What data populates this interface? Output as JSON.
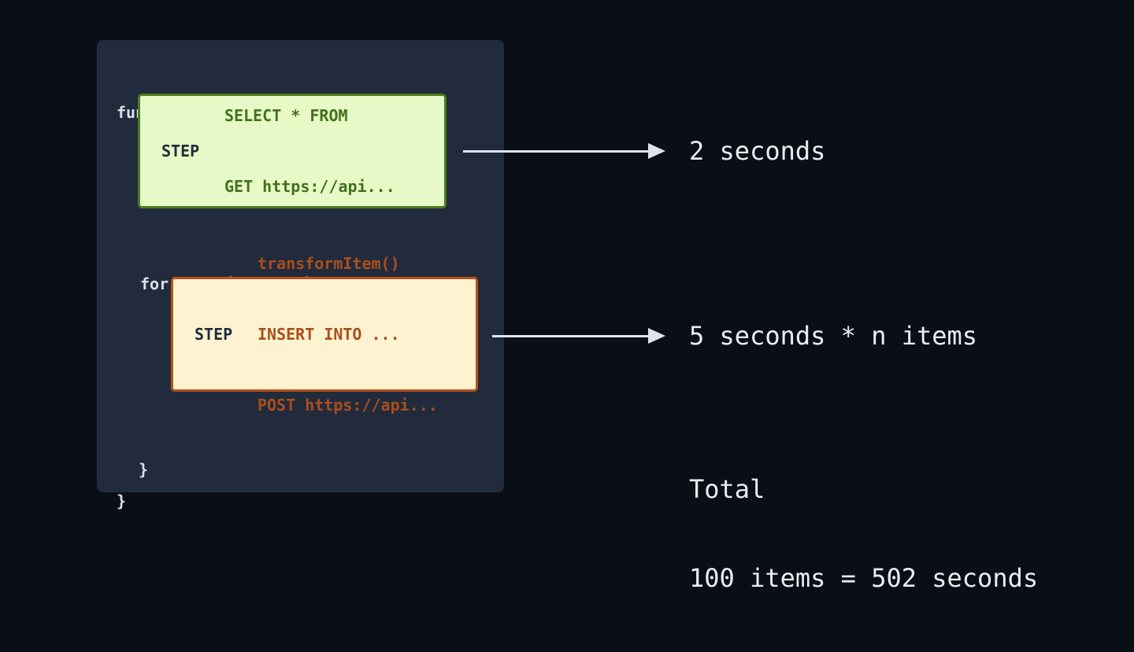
{
  "colors": {
    "background": "#0a0e17",
    "panel": "#212b3c",
    "code_text": "#d9e0ea",
    "step_label_text": "#1f2b3d",
    "extract_box_bg": "#e6f9c6",
    "extract_box_border": "#4a7d1f",
    "extract_code_text": "#44701e",
    "transform_box_bg": "#fdf3d0",
    "transform_box_border": "#b5531c",
    "transform_code_text": "#ac4e1c",
    "arrow": "#dfe3eb",
    "annotation_text": "#e9edf3"
  },
  "code_panel": {
    "function_open": "function () {",
    "step1": {
      "label": "STEP",
      "lines": [
        "SELECT * FROM",
        "GET https://api..."
      ]
    },
    "for_open": "for (let item of items) {",
    "step2": {
      "label": "STEP",
      "lines": [
        "transformItem()",
        "INSERT INTO ...",
        "POST https://api..."
      ]
    },
    "close_inner": "}",
    "close_outer": "}"
  },
  "annotations": {
    "step1_time": "2 seconds",
    "step2_time": "5 seconds * n items",
    "total_label": "Total",
    "total_value": "100 items = 502 seconds"
  }
}
